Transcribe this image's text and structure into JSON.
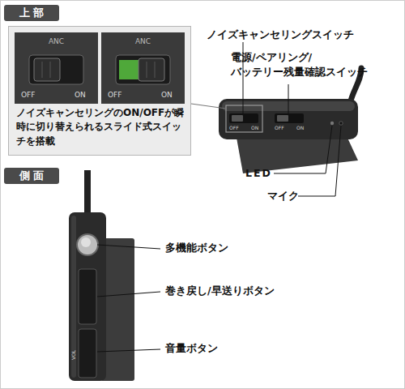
{
  "diagram": {
    "nodes": [
      {
        "text": [
          "上 部"
        ]
      },
      {
        "text": [
          "ノイズキャンセリングのON/OFFが瞬時に切り替えられるスライド式スイッチを搭載"
        ]
      },
      {
        "text": [
          "ANC",
          "OFF",
          "ON"
        ],
        "in": 1
      },
      {
        "text": [
          "ANC",
          "OFF",
          "ON"
        ],
        "in": 1
      },
      {
        "text": [
          "側 面"
        ]
      }
    ],
    "labels": [
      "ノイズキャンセリングスイッチ",
      "電源/ペアリング/ バッテリー残量確認スイッチ",
      "LED",
      "マイク",
      "多機能ボタン",
      "巻き戻し/早送りボタン",
      "音量ボタン",
      "OFF",
      "ON",
      "OFF",
      "ON",
      "VOL"
    ]
  }
}
